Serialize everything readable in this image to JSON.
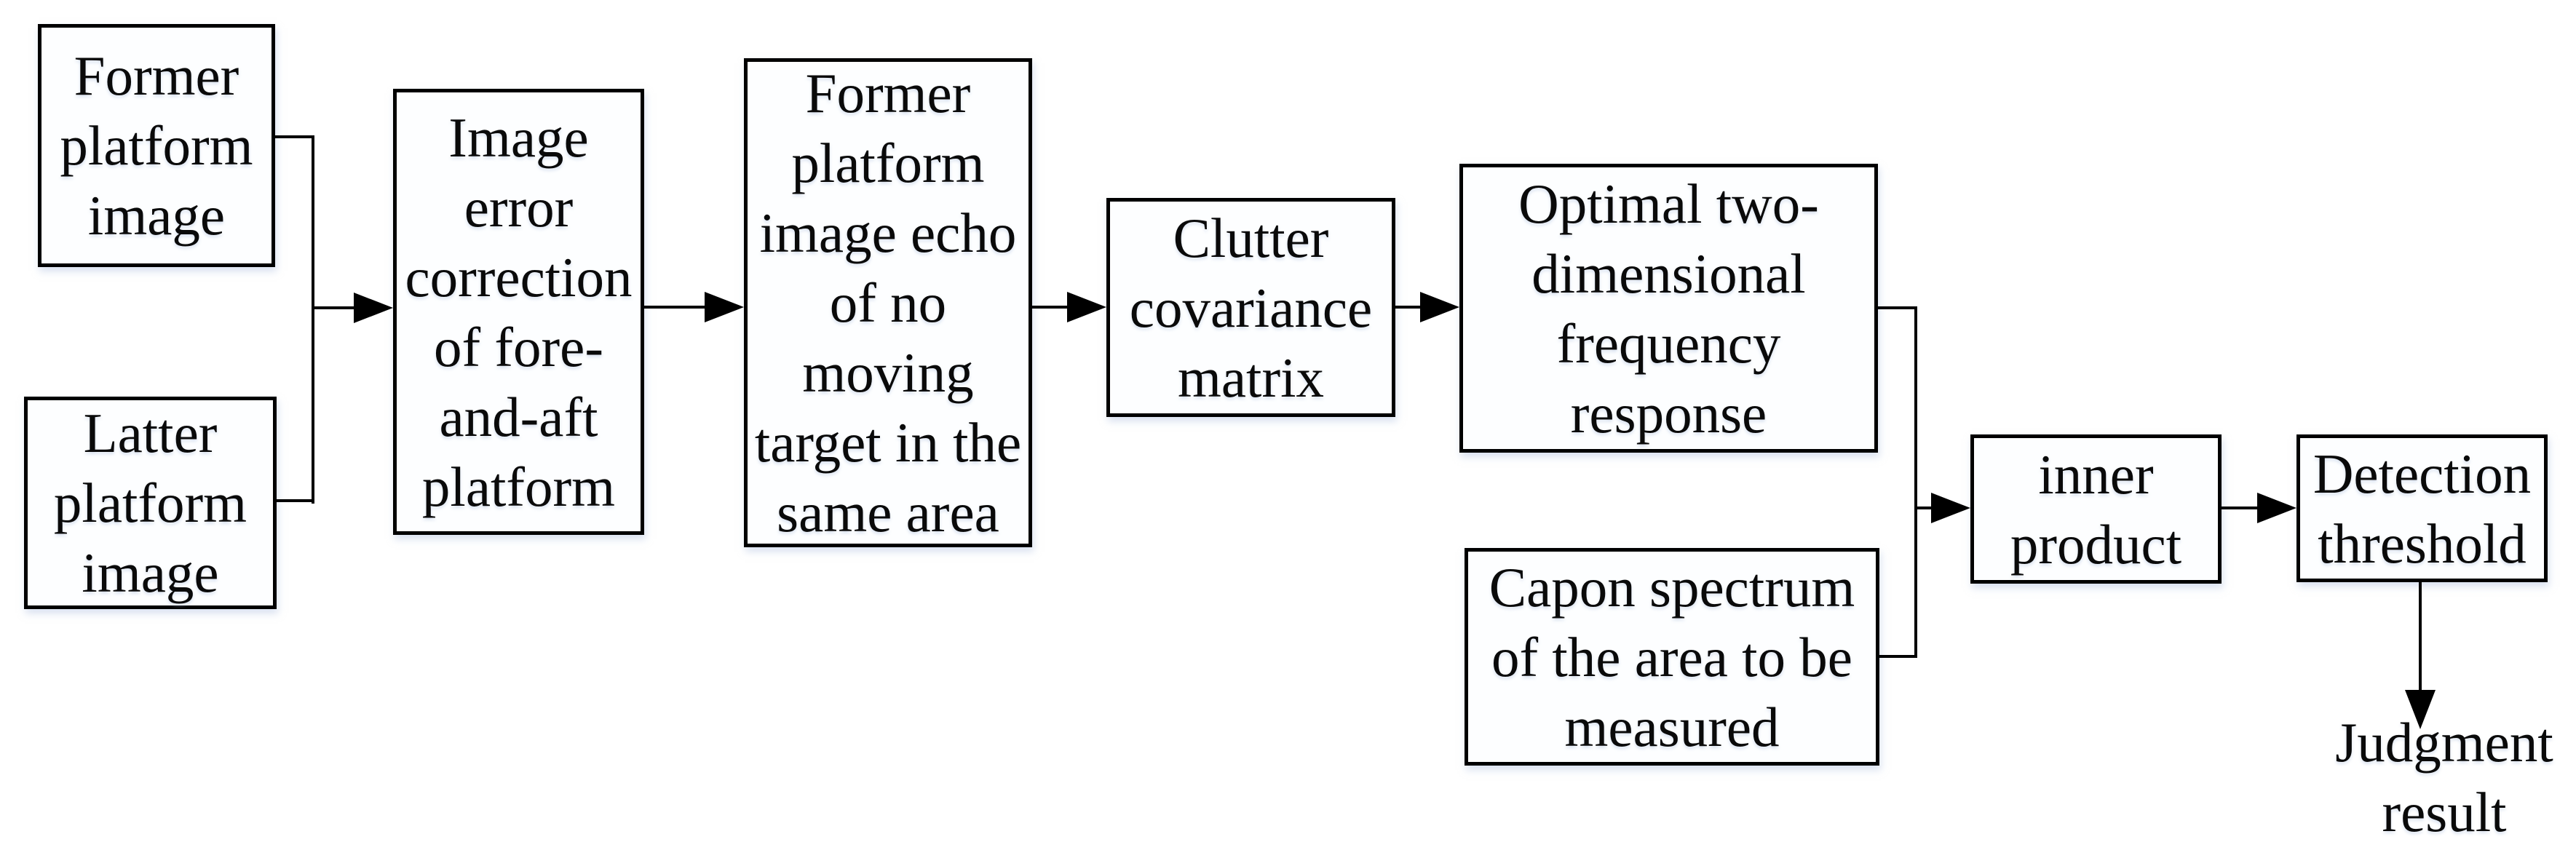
{
  "diagram": {
    "type": "flowchart",
    "colors": {
      "background": "#ffffff",
      "box_border": "#000000",
      "box_fill": "#ffffff",
      "line": "#000000",
      "text": "#000000"
    },
    "nodes": {
      "former_platform_image": {
        "label": "Former\nplatform\nimage",
        "shape": "rect"
      },
      "latter_platform_image": {
        "label": "Latter\nplatform\nimage",
        "shape": "rect"
      },
      "image_error_correction": {
        "label": "Image\nerror\ncorrection\nof fore-\nand-aft\nplatform",
        "shape": "rect"
      },
      "former_platform_echo": {
        "label": "Former\nplatform\nimage echo\nof no\nmoving\ntarget in the\nsame area",
        "shape": "rect"
      },
      "clutter_covariance": {
        "label": "Clutter\ncovariance\nmatrix",
        "shape": "rect"
      },
      "optimal_frequency_response": {
        "label": "Optimal two-\ndimensional\nfrequency\nresponse",
        "shape": "rect"
      },
      "capon_spectrum": {
        "label": "Capon spectrum\nof the area to be\nmeasured",
        "shape": "rect"
      },
      "inner_product": {
        "label": "inner\nproduct",
        "shape": "rect"
      },
      "detection_threshold": {
        "label": "Detection\nthreshold",
        "shape": "rect"
      },
      "judgment_result": {
        "label": "Judgment\nresult",
        "shape": "text"
      }
    },
    "edges": [
      {
        "from": "former_platform_image",
        "to": "image_error_correction"
      },
      {
        "from": "latter_platform_image",
        "to": "image_error_correction"
      },
      {
        "from": "image_error_correction",
        "to": "former_platform_echo"
      },
      {
        "from": "former_platform_echo",
        "to": "clutter_covariance"
      },
      {
        "from": "clutter_covariance",
        "to": "optimal_frequency_response"
      },
      {
        "from": "optimal_frequency_response",
        "to": "inner_product"
      },
      {
        "from": "capon_spectrum",
        "to": "inner_product"
      },
      {
        "from": "inner_product",
        "to": "detection_threshold"
      },
      {
        "from": "detection_threshold",
        "to": "judgment_result"
      }
    ]
  }
}
